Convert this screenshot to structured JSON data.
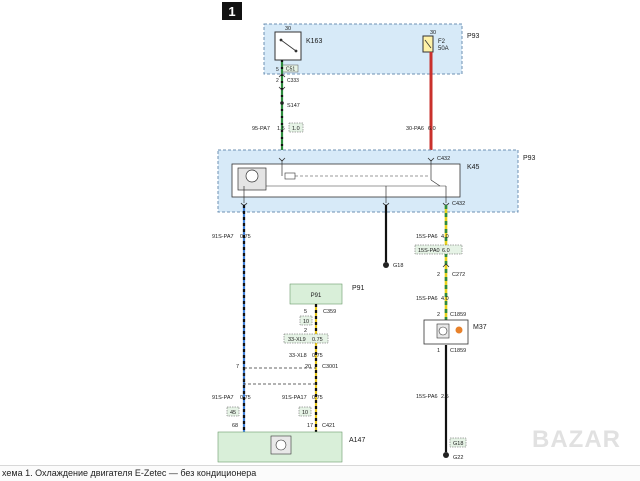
{
  "diagram": {
    "number": "1",
    "top_block": {
      "label": "P93",
      "relay": "K163",
      "relay_pin": "30",
      "fuse": "F2",
      "fuse_rating": "50A",
      "fuse_pin": "30"
    },
    "connectors": {
      "c333": "C333",
      "c333_pin_a": "5",
      "c333_pin_b": "2",
      "c51": "C51",
      "s147": "S147",
      "c432_top": "C432",
      "c432_bot": "C432",
      "c272": "C272",
      "c272_pin": "2",
      "c1859_top": "C1859",
      "c1859_pin_top": "2",
      "c1859_bot": "C1859",
      "c1859_pin_bot": "1",
      "c359": "C359",
      "c359_pin_a": "5",
      "c359_pin_b": "2",
      "c3001": "C3001",
      "c3001_pin_left": "7",
      "c3001_pin_right": "20",
      "c421": "C421",
      "c421_pin_left": "68",
      "c421_pin_right": "17"
    },
    "wires": {
      "w1": "95-PA7",
      "w1_size": "1.5",
      "w1_box": "1.0",
      "w2": "30-PA6",
      "w2_size": "6.0",
      "w3": "91S-PA7",
      "w3_size": "0.75",
      "w4": "15S-PA6",
      "w4_size": "4.0",
      "w4_box": "15S-PA0",
      "w4_box_size": "6.0",
      "w5": "15S-PA6",
      "w5_size": "4.0",
      "w6": "15S-PA6",
      "w6_size": "2.5",
      "w7": "33-XL9",
      "w7_size": "0.75",
      "w8": "33-XL8",
      "w8_size": "0.75",
      "w9": "91S-PA7",
      "w9_size": "0.75",
      "w10": "91S-PA17",
      "w10_size": "0.75"
    },
    "badges": {
      "b10a": "10",
      "b10b": "10",
      "b45": "45"
    },
    "mid_block": {
      "label": "P93",
      "module": "K45"
    },
    "ground_g18": "G18",
    "ground_box": "G18",
    "ground_g22": "G22",
    "p91_box": "P91",
    "p91_label": "P91",
    "fan": "M37",
    "module_a147": "A147",
    "caption": "хема 1. Охлаждение двигателя E-Zetec — без кондиционера",
    "watermark": "BAZAR"
  }
}
